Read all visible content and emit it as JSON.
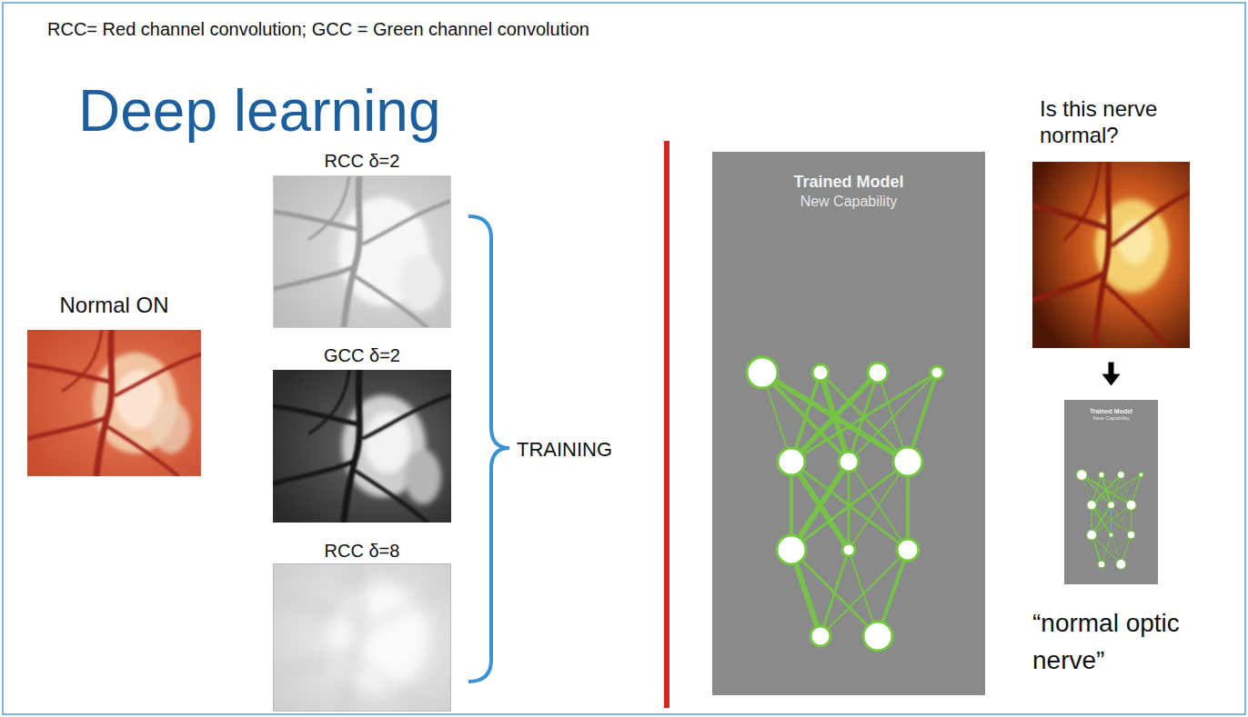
{
  "diagram": {
    "title": "Deep learning",
    "nodes": [
      {
        "text": [
          "Normal ON"
        ]
      },
      {
        "text": [
          "RCC δ=2"
        ]
      },
      {
        "text": [
          "GCC δ=2"
        ]
      },
      {
        "text": [
          "RCC δ=8"
        ]
      },
      {
        "text": [
          "Trained Model",
          "New Capability"
        ]
      },
      {
        "text": [
          "Is this nerve normal?"
        ]
      },
      {
        "text": [
          "Trained Model",
          "New Capability"
        ]
      }
    ],
    "edges": [
      {
        "from": 5,
        "to": 6,
        "arrow": "to"
      }
    ],
    "labels": [
      "RCC= Red channel convolution; GCC =  Green channel convolution",
      "TRAINING",
      "“normal optic nerve”"
    ]
  }
}
